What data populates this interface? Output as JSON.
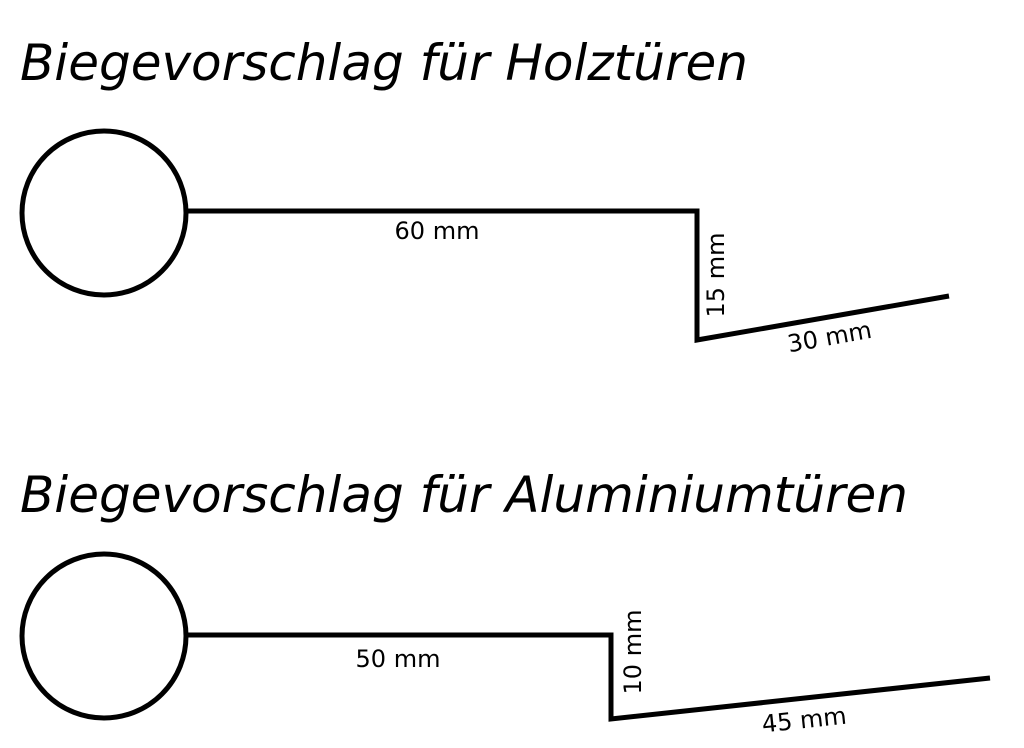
{
  "diagrams": [
    {
      "title": "Biegevorschlag für Holztüren",
      "segments": [
        {
          "label": "60 mm"
        },
        {
          "label": "15 mm"
        },
        {
          "label": "30 mm"
        }
      ]
    },
    {
      "title": "Biegevorschlag für Aluminiumtüren",
      "segments": [
        {
          "label": "50 mm"
        },
        {
          "label": "10 mm"
        },
        {
          "label": "45 mm"
        }
      ]
    }
  ],
  "colors": {
    "line": "#000000",
    "background": "#ffffff"
  }
}
